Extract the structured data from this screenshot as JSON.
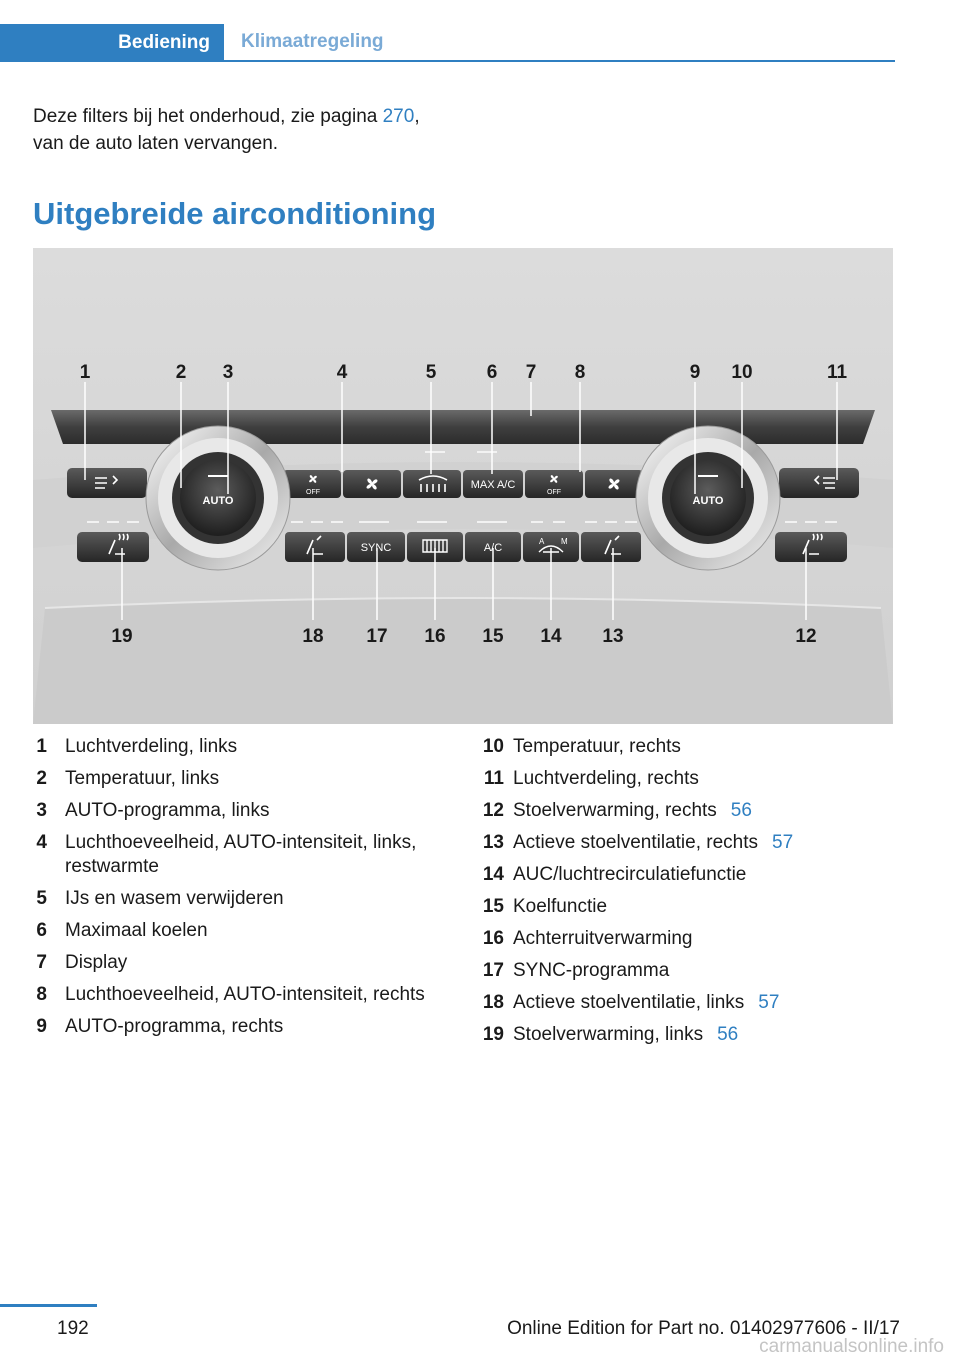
{
  "header": {
    "tab_active": "Bediening",
    "tab_inactive": "Klimaatregeling"
  },
  "intro": {
    "text": "Deze filters bij het onderhoud, zie pagina ",
    "page_ref": "270",
    "text_end": ", van de auto laten vervangen."
  },
  "section": {
    "title": "Uitgebreide airconditioning"
  },
  "figure": {
    "callouts": [
      "1",
      "2",
      "3",
      "4",
      "5",
      "6",
      "7",
      "8",
      "9",
      "10",
      "11",
      "12",
      "13",
      "14",
      "15",
      "16",
      "17",
      "18",
      "19"
    ],
    "button_labels": {
      "auto": "AUTO",
      "off": "OFF",
      "max_ac": "MAX A/C",
      "sync": "SYNC",
      "ac": "A/C",
      "auc_a": "A",
      "auc_m": "M"
    }
  },
  "legend_left": [
    {
      "num": "1",
      "text": "Luchtverdeling, links",
      "ref": ""
    },
    {
      "num": "2",
      "text": "Temperatuur, links",
      "ref": ""
    },
    {
      "num": "3",
      "text": "AUTO-programma, links",
      "ref": ""
    },
    {
      "num": "4",
      "text": "Luchthoeveelheid, AUTO-intensiteit, links, restwarmte",
      "ref": ""
    },
    {
      "num": "5",
      "text": "IJs en wasem verwijderen",
      "ref": ""
    },
    {
      "num": "6",
      "text": "Maximaal koelen",
      "ref": ""
    },
    {
      "num": "7",
      "text": "Display",
      "ref": ""
    },
    {
      "num": "8",
      "text": "Luchthoeveelheid, AUTO-intensiteit, rechts",
      "ref": ""
    },
    {
      "num": "9",
      "text": "AUTO-programma, rechts",
      "ref": ""
    }
  ],
  "legend_right": [
    {
      "num": "10",
      "text": "Temperatuur, rechts",
      "ref": ""
    },
    {
      "num": "11",
      "text": "Luchtverdeling, rechts",
      "ref": ""
    },
    {
      "num": "12",
      "text": "Stoelverwarming, rechts",
      "ref": "56"
    },
    {
      "num": "13",
      "text": "Actieve stoelventilatie, rechts",
      "ref": "57"
    },
    {
      "num": "14",
      "text": "AUC/luchtrecirculatiefunctie",
      "ref": ""
    },
    {
      "num": "15",
      "text": "Koelfunctie",
      "ref": ""
    },
    {
      "num": "16",
      "text": "Achterruitverwarming",
      "ref": ""
    },
    {
      "num": "17",
      "text": "SYNC-programma",
      "ref": ""
    },
    {
      "num": "18",
      "text": "Actieve stoelventilatie, links",
      "ref": "57"
    },
    {
      "num": "19",
      "text": "Stoelverwarming, links",
      "ref": "56"
    }
  ],
  "footer": {
    "page_number": "192",
    "edition": "Online Edition for Part no. 01402977606 - II/17",
    "watermark": "carmanualsonline.info"
  }
}
